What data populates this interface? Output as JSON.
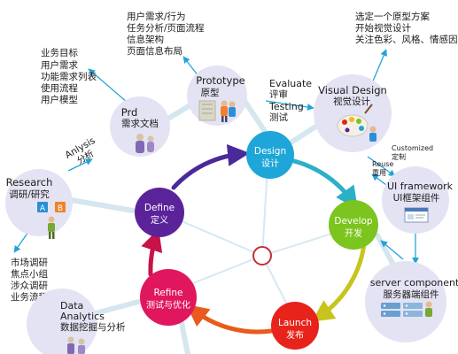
{
  "hubs": {
    "design": {
      "title": "Design",
      "subtitle": "设计",
      "color": "#1ea6d8"
    },
    "develop": {
      "title": "Develop",
      "subtitle": "开发",
      "color": "#7cc41e"
    },
    "launch": {
      "title": "Launch",
      "subtitle": "发布",
      "color": "#e8231b"
    },
    "refine": {
      "title": "Refine",
      "subtitle": "测试与优化",
      "color": "#e0175f"
    },
    "define": {
      "title": "Define",
      "subtitle": "定义",
      "color": "#5a239a"
    }
  },
  "nodes": {
    "research": {
      "title": "Research",
      "subtitle": "调研/研究",
      "notes": [
        "市场调研",
        "焦点小组",
        "涉众调研",
        "业务流程"
      ]
    },
    "prd": {
      "title": "Prd",
      "subtitle": "需求文档",
      "notes": [
        "业务目标",
        "用户需求",
        "功能需求列表",
        "使用流程",
        "用户模型"
      ]
    },
    "prototype": {
      "title": "Prototype",
      "subtitle": "原型",
      "notes": [
        "用户需求/行为",
        "任务分析/页面流程",
        "信息架构",
        "页面信息布局"
      ]
    },
    "visual_design": {
      "title": "Visual Design",
      "subtitle": "视觉设计",
      "notes": [
        "选定一个原型方案",
        "开始视觉设计",
        "关注色彩、风格、情感因素"
      ]
    },
    "ui_framework": {
      "title": "UI framework",
      "subtitle": "UI框架组件"
    },
    "server_component": {
      "title": "server component",
      "subtitle": "服务器端组件"
    },
    "data_analytics": {
      "title": "Data",
      "title2": "Analytics",
      "subtitle": "数据挖掘与分析"
    }
  },
  "edge_labels": {
    "analysis": {
      "en": "Anlysis",
      "zh": "分析"
    },
    "evaluate": {
      "en": "Evaluate",
      "zh": "评审"
    },
    "testing": {
      "en": "Testing",
      "zh": "测试"
    },
    "customized": {
      "en": "Customized",
      "zh": "定制"
    },
    "reuse": {
      "en": "Reuse",
      "zh": "重用"
    }
  },
  "colors": {
    "node_bg": "#e4e3f3",
    "arrow": "#22a4d8",
    "spoke": "#d8e8f2",
    "center_ring": "#c0303a",
    "people": "#7f6ab3"
  },
  "icons": {
    "research": "blocks-and-figure-icon",
    "prd": "people-icon",
    "prototype": "building-with-people-icon",
    "visual_design": "paint-palette-icon",
    "ui_framework": "window-icon",
    "server_component": "server-stack-icon",
    "data_analytics": "people-icon"
  }
}
